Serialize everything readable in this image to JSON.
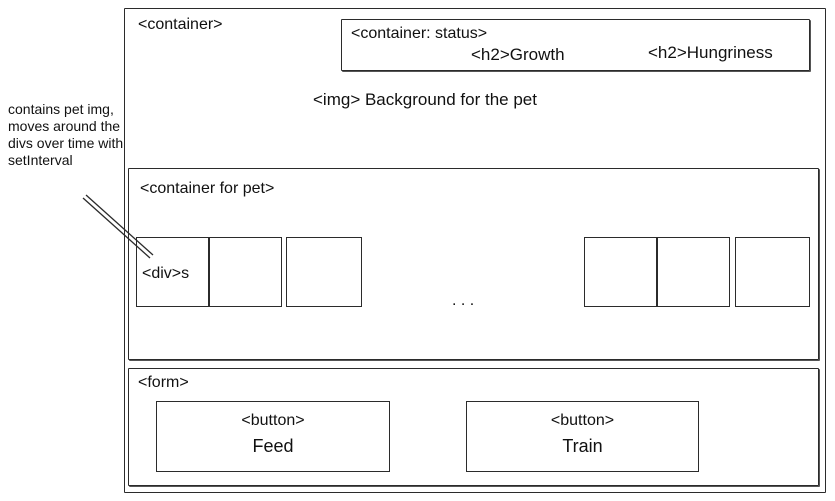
{
  "outer_container": {
    "label": "<container>"
  },
  "status": {
    "label": "<container: status>",
    "growth": "<h2>Growth",
    "hungriness": "<h2>Hungriness"
  },
  "background_img": {
    "label": "<img> Background for the pet"
  },
  "pet_container": {
    "label": "<container for pet>",
    "div_label": "<div>s",
    "ellipsis": ". . ."
  },
  "annotation": {
    "text": "contains pet img, moves around the divs over time with setInterval"
  },
  "form": {
    "label": "<form>",
    "buttons": [
      {
        "tag": "<button>",
        "caption": "Feed"
      },
      {
        "tag": "<button>",
        "caption": "Train"
      }
    ]
  }
}
